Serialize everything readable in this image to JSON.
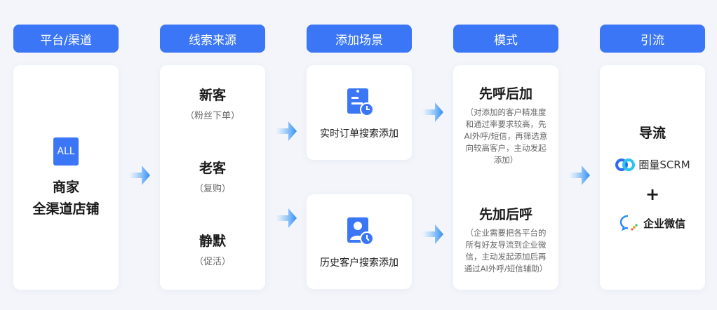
{
  "headers": [
    "平台/渠道",
    "线索来源",
    "添加场景",
    "模式",
    "引流"
  ],
  "platform": {
    "badge": "ALL",
    "line1": "商家",
    "line2": "全渠道店铺"
  },
  "sources": [
    {
      "title": "新客",
      "note": "（粉丝下单）"
    },
    {
      "title": "老客",
      "note": "（复购）"
    },
    {
      "title": "静默",
      "note": "（促活）"
    }
  ],
  "scenes": [
    {
      "label": "实时订单搜索添加",
      "icon": "clipboard-clock-icon"
    },
    {
      "label": "历史客户搜索添加",
      "icon": "contact-history-icon"
    }
  ],
  "modes": [
    {
      "title": "先呼后加",
      "desc": "（对添加的客户精准度和通过率要求较高，先AI外呼/短信，再筛选意向较高客户，主动发起添加）"
    },
    {
      "title": "先加后呼",
      "desc": "（企业需要把各平台的所有好友导流到企业微信，主动发起添加后再通过AI外呼/短信辅助）"
    }
  ],
  "traffic": {
    "title": "导流",
    "scrm": "圈量SCRM",
    "plus": "+",
    "wecom": "企业微信"
  },
  "colors": {
    "accent": "#3a76f6"
  }
}
